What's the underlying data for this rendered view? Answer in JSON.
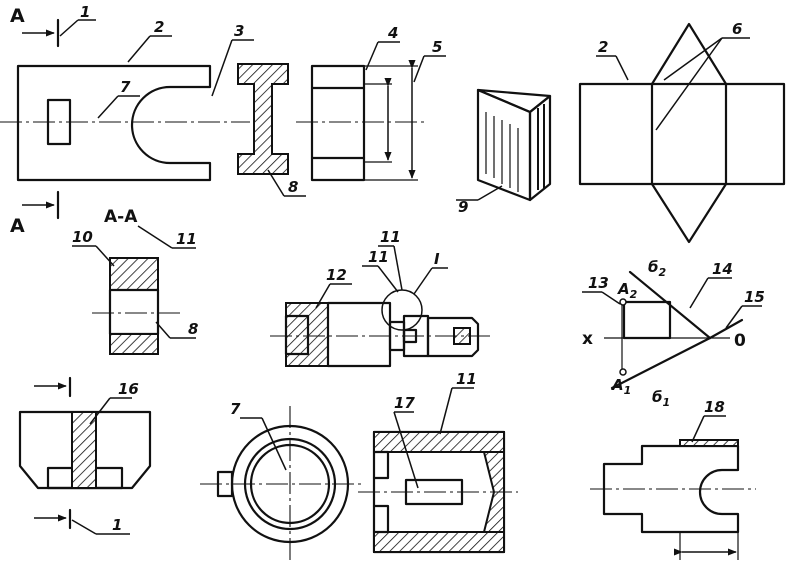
{
  "callouts": {
    "n1": "1",
    "n2": "2",
    "n3": "3",
    "n4": "4",
    "n5": "5",
    "n6": "6",
    "n7": "7",
    "n8": "8",
    "n9": "9",
    "n10": "10",
    "n11": "11",
    "n12": "12",
    "n13": "13",
    "n14": "14",
    "n15": "15",
    "n16": "16",
    "n17": "17",
    "n18": "18"
  },
  "view_labels": {
    "section_letter": "A",
    "section_title": "A-A",
    "detail_mark": "I"
  },
  "axis_labels": {
    "x": "x",
    "zero": "0",
    "a1": "A",
    "a1_sub": "1",
    "a2": "A",
    "a2_sub": "2",
    "b1": "б",
    "b1_sub": "1",
    "b2": "б",
    "b2_sub": "2"
  }
}
